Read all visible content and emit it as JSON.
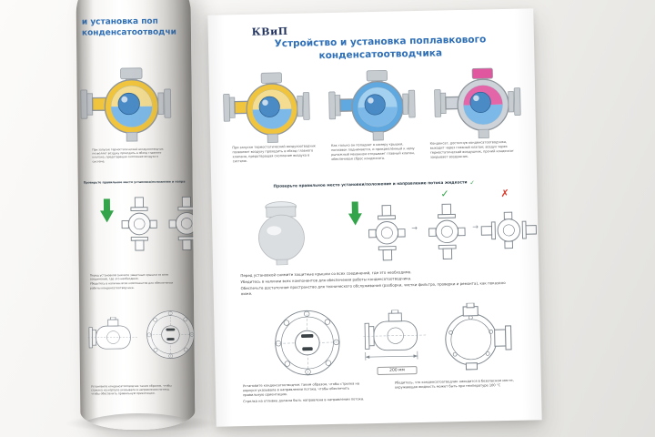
{
  "theme": {
    "title_color": "#2e6fb7",
    "check_color": "#33a44a",
    "cross_color": "#d93a2b",
    "valve_yellow": "#f0c43c",
    "valve_blue": "#5fa8e0",
    "valve_pink": "#e0569f",
    "water_blue": "#7cb9e8"
  },
  "poster": {
    "logo": "КВиП",
    "title_line1": "Устройство и  установка поплавкового",
    "title_line2": "конденсатоотводчика",
    "diagram_captions": [
      "При запуске термостатический воздухоотводчик позволяет воздуху проходить в обход главного клапана, предотвращая скопление воздуха в системе.",
      "Как только он попадает в камеру крышки, поплавок поднимается, и прикреплённый к нему рычажный механизм открывает главный клапан, обеспечивая сброс конденсата.",
      "Конденсат, достигнув конденсатоотводчика, выходит через главный клапан; воздух через термостатический воздушник, прочий конденсат закрывает воздушник."
    ],
    "check_heading": "Проверьте правильное место установки/положение и направление потока жидкости",
    "check_mark": "✓",
    "cross_mark": "✗",
    "install_notes": [
      "Перед установкой снимите защитные крышки со всех соединений, где это необходимо.",
      "Убедитесь в наличии всех компонентов для обеспечения работы конденсатоотводчика.",
      "Обеспечьте достаточное пространство для технического обслуживания (разборки, чистки фильтра, проверки и ремонта), как показано ниже."
    ],
    "dimension_label": "200 мм",
    "bottom_notes": [
      "Установите конденсатоотводчик таким образом, чтобы стрелка на корпусе указывала в направлении потока, чтобы обеспечить правильную ориентацию.",
      "Стрелка на отливке должна быть направлена в направлении потока.",
      "Убедитесь, что конденсатоотводчик находится в безопасном месте, окружающая жидкость может быть при температуре 100 °С"
    ]
  },
  "rolled_poster": {
    "title_fragment_line1": "и  установка поп",
    "title_fragment_line2": "конденсатоотводчи"
  }
}
